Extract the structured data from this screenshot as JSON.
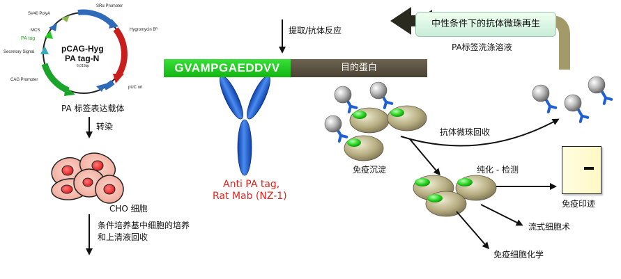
{
  "vector": {
    "name_line1": "pCAG-Hyg",
    "name_line2": "PA tag-N",
    "size": "6,015bp",
    "features": {
      "sv40": "SV40 PolyA",
      "sra": "SRα Promoter",
      "hygro": "Hygromycin Bᴿ",
      "mcs": "MCS",
      "patag": "PA tag",
      "secretory": "Secretory Signal",
      "cag": "CAG Promoter",
      "puc": "pUC ori"
    },
    "caption": "PA 标签表达载体"
  },
  "steps": {
    "transfect": "转染",
    "cho": "CHO 细胞",
    "culture_line1": "条件培养基中细胞的培养",
    "culture_line2": "和上清液回收",
    "extract": "提取/抗体反应"
  },
  "bars": {
    "tag_sequence": "GVAMPGAEDDVV",
    "target": "目的蛋白"
  },
  "antibody": {
    "line1": "Anti PA tag,",
    "line2": "Rat Mab (NZ-1)"
  },
  "labels": {
    "regeneration": "中性条件下的抗体微珠再生",
    "elution": "PA标签洗涤溶液",
    "recovery": "抗体微珠回收",
    "ip": "免疫沉淀",
    "purify": "纯化 - 检测",
    "western": "免疫印迹",
    "flow": "流式细胞术",
    "ihc": "免疫细胞化学"
  },
  "colors": {
    "tag_green": "#22c922",
    "target_brown": "#5a5142",
    "antibody_blue": "#1e5fd6",
    "red_text": "#e0231c",
    "arrow_olive": "#a39a6a"
  }
}
